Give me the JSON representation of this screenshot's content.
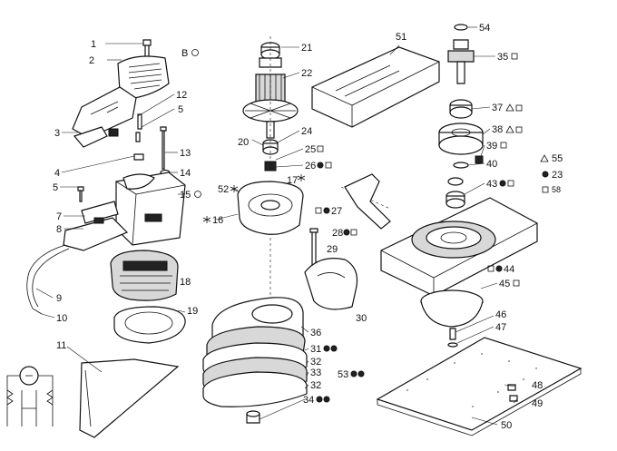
{
  "callouts": [
    {
      "text": "1"
    },
    {
      "text": "2"
    },
    {
      "text": "3"
    },
    {
      "text": "4"
    },
    {
      "text": "5"
    },
    {
      "text": "5"
    },
    {
      "text": "7"
    },
    {
      "text": "8"
    },
    {
      "text": "9"
    },
    {
      "text": "10"
    },
    {
      "text": "11"
    },
    {
      "text": "12"
    },
    {
      "text": "13"
    },
    {
      "text": "14"
    },
    {
      "text": "15"
    },
    {
      "text": "18"
    },
    {
      "text": "19"
    },
    {
      "text": "21"
    },
    {
      "text": "22"
    },
    {
      "text": "24"
    },
    {
      "text": "20"
    },
    {
      "text": "25"
    },
    {
      "text": "26"
    },
    {
      "text": "52"
    },
    {
      "text": "17"
    },
    {
      "text": "16"
    },
    {
      "text": "27"
    },
    {
      "text": "28"
    },
    {
      "text": "29"
    },
    {
      "text": "30"
    },
    {
      "text": "36"
    },
    {
      "text": "31"
    },
    {
      "text": "32"
    },
    {
      "text": "33"
    },
    {
      "text": "32"
    },
    {
      "text": "34"
    },
    {
      "text": "53"
    },
    {
      "text": "51"
    },
    {
      "text": "54"
    },
    {
      "text": "35"
    },
    {
      "text": "37"
    },
    {
      "text": "38"
    },
    {
      "text": "39"
    },
    {
      "text": "40"
    },
    {
      "text": "43"
    },
    {
      "text": "44"
    },
    {
      "text": "45"
    },
    {
      "text": "46"
    },
    {
      "text": "47"
    },
    {
      "text": "48"
    },
    {
      "text": "49"
    },
    {
      "text": "50"
    }
  ],
  "legend": {
    "b": "B",
    "triangle": "55",
    "dot": "23",
    "square": "58"
  }
}
